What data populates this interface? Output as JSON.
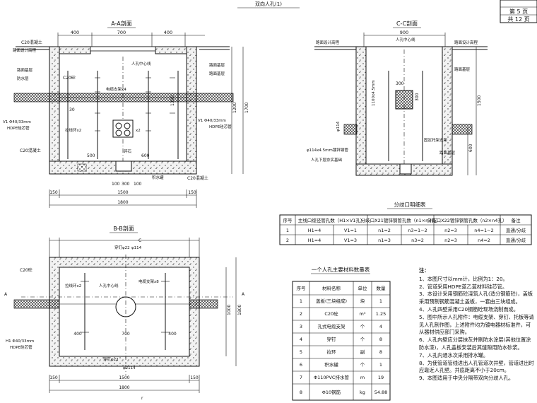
{
  "page": {
    "top_title": "双向人孔(1)",
    "sheet_no": "第 5 页",
    "sheet_total": "共 12 页"
  },
  "section_aa": {
    "title": "A-A剖面",
    "dims_top": [
      "400",
      "700",
      "400"
    ],
    "dims_bottom_mid": [
      "150",
      "1500",
      "150"
    ],
    "dim_total": "1800",
    "dims_right": [
      "1200",
      "1700"
    ],
    "dims_inner": [
      "500",
      "600",
      "30",
      "1300"
    ],
    "dims_base": [
      "100",
      "300",
      "100"
    ],
    "labels": {
      "c20_top": "C20混凝土",
      "road_surface": "路面设计高程",
      "base_layer_l": "路面基层",
      "waterproof_l": "防水层",
      "c20_inner": "C20砼",
      "centerline": "人孔中心线",
      "bracket": "电缆支架x4",
      "base_layer_r": "路面基层",
      "road_base": "路面基层",
      "pipe_left": "V1 Φ40/33mm",
      "pipe_left2": "HDPE硅芯管",
      "pipe_right": "V1 Φ40/33mm",
      "pipe_right2": "HDPE硅芯管",
      "pull_ring": "拉线环x2",
      "gravel": "碎石",
      "c20_bottom_l": "C20混凝土",
      "c20_bottom_r": "C20混凝土",
      "sump": "积水罐",
      "x2": "x2"
    }
  },
  "section_cc": {
    "title": "C-C剖面",
    "dims_top": "900",
    "dims_inner": [
      "300",
      "300",
      "1100x4.5mm"
    ],
    "dims_right": [
      "1500",
      "600"
    ],
    "labels": {
      "road_surface_l": "路面设计高程",
      "centerline": "人孔中心线",
      "road_surface_r": "路面设计高程",
      "base_layer": "路面基层",
      "pipe_label": "φ114x4.5mm镀锌钢管",
      "base_bottom": "人孔下层夯实基础",
      "bracket_label": "固定托架支架",
      "road_base": "路面基层",
      "p114": "φ114"
    }
  },
  "section_bb": {
    "title": "B-B剖面",
    "dims_top": [
      "150",
      "1500",
      "150"
    ],
    "dim_total": "1800",
    "dims_mid": [
      "400",
      "700",
      "400"
    ],
    "dims_right": [
      "1000",
      "1800"
    ],
    "labels": {
      "c20_top": "C20砼",
      "duct_l": "穿钉φ22",
      "duct_r": "φ114",
      "bracket": "拉线环x2",
      "centerline": "人孔中心线",
      "frame": "电缆支架x8",
      "pipe_left": "H1 Φ40/33mm",
      "pipe_left2": "HDPE硅芯管",
      "bottom_l": "穿钉φ22",
      "bottom_r": "φ2114",
      "marker_a": "A",
      "marker_c": "C",
      "marker_r": "r"
    }
  },
  "branch_table": {
    "title": "分歧口明细表",
    "headers": [
      "序号",
      "主线口缆径管孔数（H1×V1孔）",
      "",
      "分歧口X21镀锌钢管孔数（n1×n3孔）",
      "",
      "分歧口X22镀锌钢管孔数（n2×n4孔）",
      "",
      "备注"
    ],
    "rows": [
      [
        "1",
        "H1=4",
        "V1=1",
        "n1=2",
        "n3=1~2",
        "n2=3",
        "n4=1~2",
        "直通/分歧"
      ],
      [
        "2",
        "H1=4",
        "V1=3",
        "n1=3",
        "n3=2",
        "n2=3",
        "n4=2",
        "直通/分歧"
      ]
    ]
  },
  "material_table": {
    "title": "一个人孔主要材料数量表",
    "headers": [
      "序号",
      "材料名称",
      "单位",
      "数量"
    ],
    "rows": [
      [
        "1",
        "盖板(三块组成)",
        "块",
        "1"
      ],
      [
        "2",
        "C20砼",
        "m³",
        "1.25"
      ],
      [
        "3",
        "孔式电缆支架",
        "个",
        "4"
      ],
      [
        "4",
        "穿钉",
        "个",
        "8"
      ],
      [
        "5",
        "拉环",
        "副",
        "8"
      ],
      [
        "6",
        "积水罐",
        "个",
        "1"
      ],
      [
        "7",
        "Φ110PVC排水管",
        "m",
        "19"
      ],
      [
        "8",
        "Φ10钢筋",
        "kg",
        "54.88"
      ]
    ]
  },
  "notes": {
    "title": "注：",
    "items": [
      "1、本图尺寸以mm计，比例为1：20。",
      "2、管道采用HDPE蓝乙蓝材料硅芯管。",
      "3、本设计采用钢筋砼浇筑人孔(适分钢筋砼)，盖板采用预制钢筋混凝土盖板，一套由三块组成。",
      "4、人孔四壁采用C20钢筋砼现场浇制而成。",
      "5、图中所示人孔附件：电缆支架、穿钉、托板等请见人孔制作图，上述附件均为镀电器材标准件，可从器材供应部门采购。",
      "6、人孔内壁应分层抹灰并刷防水涂层(其他位置涂防水漆)，人孔盖板安装后其缝隙用防水砂浆。",
      "7、人孔内通水次采用排水罐。",
      "8、为使管道管线进出人孔管道次井壁，管道进出时应靠近人孔壁。井底距离不小于20cm。",
      "9、本图适用于中央分隔带双向分歧人孔。"
    ]
  }
}
